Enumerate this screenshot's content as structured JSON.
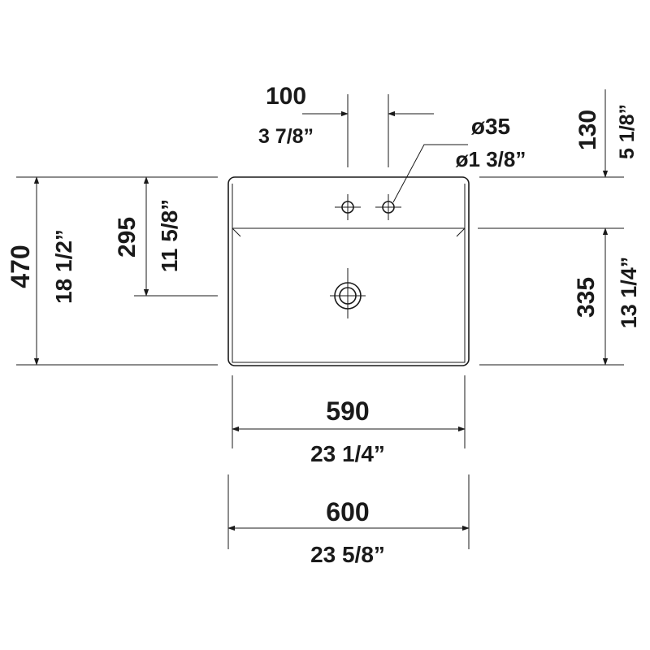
{
  "dimensions": {
    "tap_spacing_mm": "100",
    "tap_spacing_in": "3 7/8”",
    "tap_hole_mm": "ø35",
    "tap_hole_in": "ø1 3/8”",
    "tap_offset_mm": "130",
    "tap_offset_in": "5 1/8”",
    "total_depth_mm": "470",
    "total_depth_in": "18 1/2”",
    "drain_position_mm": "295",
    "drain_position_in": "11 5/8”",
    "inner_depth_mm": "335",
    "inner_depth_in": "13 1/4”",
    "inner_width_mm": "590",
    "inner_width_in": "23 1/4”",
    "total_width_mm": "600",
    "total_width_in": "23 5/8”"
  },
  "colors": {
    "ink": "#1a1a1a",
    "background": "#ffffff"
  }
}
